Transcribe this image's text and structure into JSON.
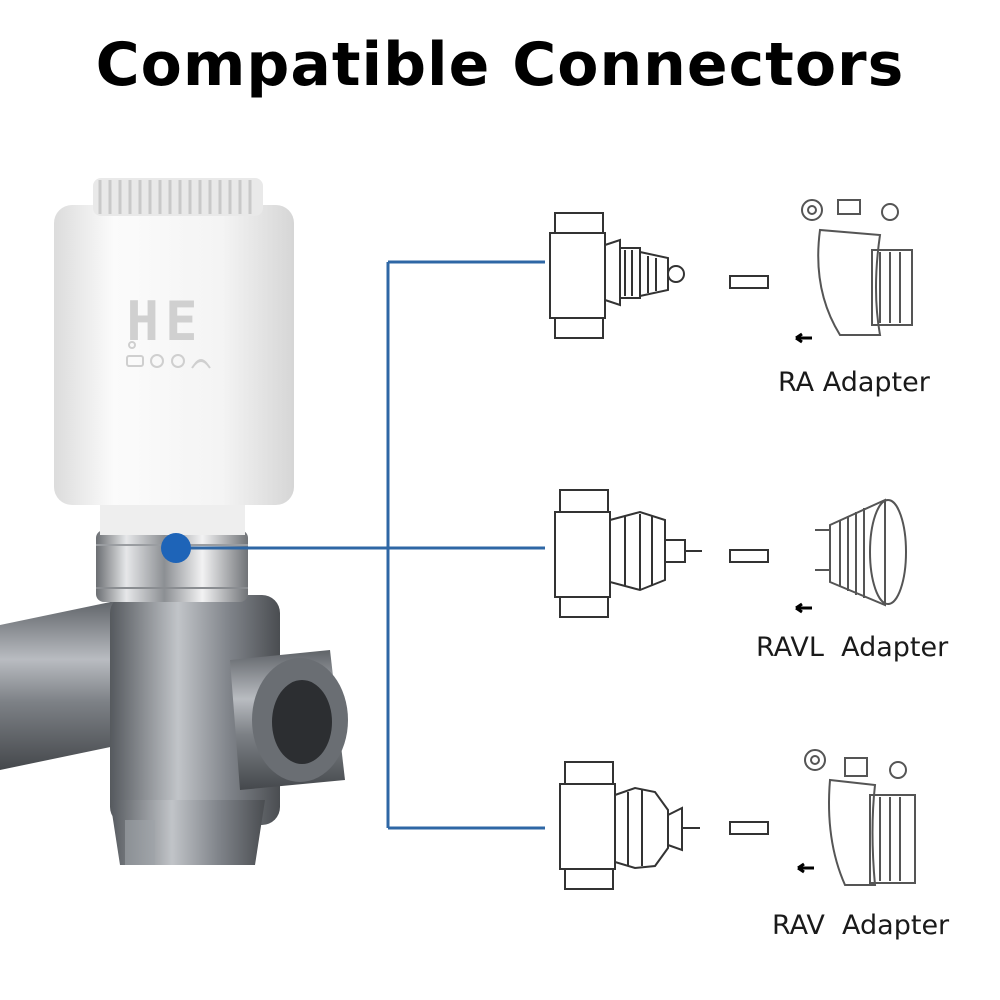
{
  "title": "Compatible Connectors",
  "device": {
    "display_text": "HE"
  },
  "colors": {
    "connector_line": "#2f67a5",
    "connector_dot": "#1e64b8",
    "brass_body": "#8a8d92",
    "white_body": "#f4f4f4"
  },
  "adapters": [
    {
      "name": "RA Adapter"
    },
    {
      "name": "RAVL  Adapter"
    },
    {
      "name": "RAV  Adapter"
    }
  ]
}
